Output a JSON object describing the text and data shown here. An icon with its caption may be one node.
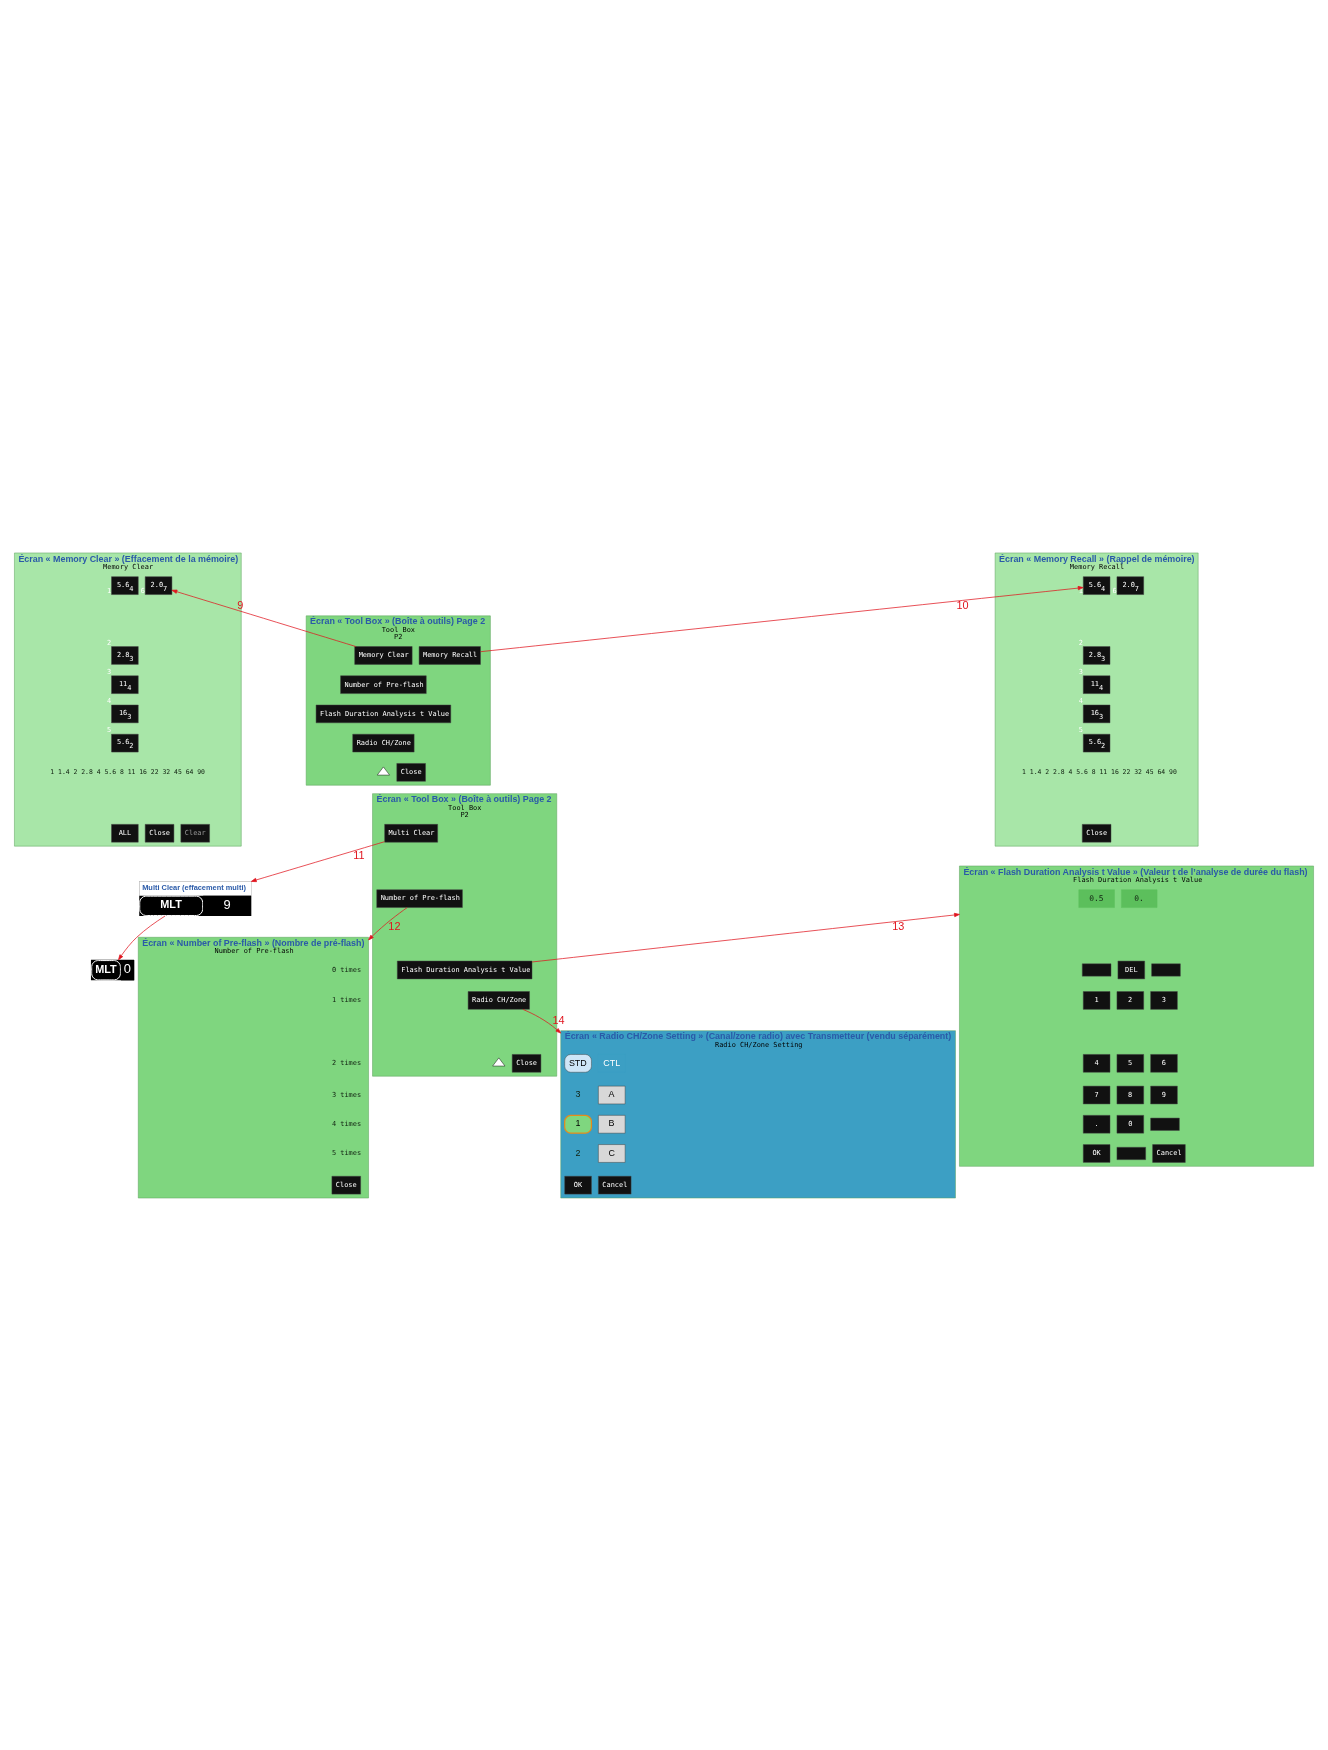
{
  "diagram": {
    "nodes": [
      {
        "text": [
          "Écran « Memory Clear » (Effacement de la mémoire)",
          "Memory Clear"
        ]
      },
      {
        "text": [
          "5.6$_{4}$"
        ],
        "beside": [
          "1"
        ],
        "in": 0
      },
      {
        "text": [
          "2.0$_{7}$"
        ],
        "beside": [
          "6"
        ],
        "in": 0
      },
      {
        "text": [
          "2.8$_{3}$"
        ],
        "beside": [
          "2"
        ],
        "in": 0
      },
      {
        "text": [
          "11$_{4}$"
        ],
        "beside": [
          "3"
        ],
        "in": 0
      },
      {
        "text": [
          "16$_{3}$"
        ],
        "beside": [
          "4"
        ],
        "in": 0
      },
      {
        "text": [
          "5.6$_{2}$"
        ],
        "beside": [
          "5"
        ],
        "in": 0
      },
      {
        "text": [
          "1 1.4 2 2.8 4 5.6 8 11 16 22 32 45 64 90"
        ],
        "in": 0
      },
      {
        "text": [
          "ALL"
        ],
        "in": 0
      },
      {
        "text": [
          "Close"
        ],
        "in": 0
      },
      {
        "text": [
          "Clear"
        ],
        "in": 0
      },
      {
        "text": [
          "Écran « Tool Box » (Boîte à outils) Page 2",
          "Tool Box",
          "P2"
        ]
      },
      {
        "text": [
          "Memory Clear"
        ],
        "in": 11
      },
      {
        "text": [
          "Memory Recall"
        ],
        "in": 11
      },
      {
        "text": [
          "Number of Pre-flash"
        ],
        "in": 11
      },
      {
        "text": [
          "Flash Duration Analysis t Value"
        ],
        "in": 11
      },
      {
        "text": [
          "Radio CH/Zone"
        ],
        "in": 11
      },
      {
        "text": [],
        "shape": "triangle",
        "in": 11
      },
      {
        "text": [
          "Close"
        ],
        "in": 11
      },
      {
        "text": [
          "Écran « Memory Recall » (Rappel de mémoire)",
          "Memory Recall"
        ]
      },
      {
        "text": [
          "5.6$_{4}$"
        ],
        "beside": [
          "1"
        ],
        "in": 19
      },
      {
        "text": [
          "2.0$_{7}$"
        ],
        "beside": [
          "6"
        ],
        "in": 19
      },
      {
        "text": [
          "2.8$_{3}$"
        ],
        "beside": [
          "2"
        ],
        "in": 19
      },
      {
        "text": [
          "11$_{4}$"
        ],
        "beside": [
          "3"
        ],
        "in": 19
      },
      {
        "text": [
          "16$_{3}$"
        ],
        "beside": [
          "4"
        ],
        "in": 19
      },
      {
        "text": [
          "5.6$_{2}$"
        ],
        "beside": [
          "5"
        ],
        "in": 19
      },
      {
        "text": [
          "1 1.4 2 2.8 4 5.6 8 11 16 22 32 45 64 90"
        ],
        "in": 19
      },
      {
        "text": [
          "Close"
        ],
        "in": 19
      },
      {
        "text": [
          "Multi Clear (effacement multi)",
          "MLT",
          "9"
        ]
      },
      {
        "text": [
          "MLT",
          "0"
        ]
      },
      {
        "text": [
          "Écran « Tool Box » (Boîte à outils) Page 2",
          "Tool Box",
          "P2"
        ]
      },
      {
        "text": [
          "Multi Clear"
        ],
        "in": 30
      },
      {
        "text": [
          "Number of Pre-flash"
        ],
        "in": 30
      },
      {
        "text": [
          "Flash Duration Analysis t Value"
        ],
        "in": 30
      },
      {
        "text": [
          "Radio CH/Zone"
        ],
        "in": 30
      },
      {
        "text": [],
        "shape": "triangle",
        "in": 30
      },
      {
        "text": [
          "Close"
        ],
        "in": 30
      },
      {
        "text": [
          "Écran « Flash Duration Analysis t Value » (Valeur t de l’analyse de durée du flash)",
          "Flash Duration Analysis t Value"
        ]
      },
      {
        "text": [
          "0.5"
        ],
        "in": 37
      },
      {
        "text": [
          "0."
        ],
        "in": 37
      },
      {
        "text": [],
        "shape": "box",
        "in": 37
      },
      {
        "text": [
          "DEL"
        ],
        "in": 37
      },
      {
        "text": [],
        "shape": "box",
        "in": 37
      },
      {
        "text": [
          "1"
        ],
        "in": 37
      },
      {
        "text": [
          "2"
        ],
        "in": 37
      },
      {
        "text": [
          "3"
        ],
        "in": 37
      },
      {
        "text": [
          "4"
        ],
        "in": 37
      },
      {
        "text": [
          "5"
        ],
        "in": 37
      },
      {
        "text": [
          "6"
        ],
        "in": 37
      },
      {
        "text": [
          "7"
        ],
        "in": 37
      },
      {
        "text": [
          "8"
        ],
        "in": 37
      },
      {
        "text": [
          "9"
        ],
        "in": 37
      },
      {
        "text": [
          "."
        ],
        "in": 37
      },
      {
        "text": [
          "0"
        ],
        "in": 37
      },
      {
        "text": [],
        "shape": "box",
        "in": 37
      },
      {
        "text": [
          "OK"
        ],
        "in": 37
      },
      {
        "text": [],
        "shape": "box",
        "in": 37
      },
      {
        "text": [
          "Cancel"
        ],
        "in": 37
      },
      {
        "text": [
          "Écran « Number of Pre-flash » (Nombre de pré-flash)",
          "Number of Pre-flash"
        ]
      },
      {
        "text": [
          "0 times"
        ],
        "in": 58
      },
      {
        "text": [
          "1 times"
        ],
        "in": 58
      },
      {
        "text": [
          "2 times"
        ],
        "in": 58
      },
      {
        "text": [
          "3 times"
        ],
        "in": 58
      },
      {
        "text": [
          "4 times"
        ],
        "in": 58
      },
      {
        "text": [
          "5 times"
        ],
        "in": 58
      },
      {
        "text": [
          "Close"
        ],
        "in": 58
      },
      {
        "text": [
          "Écran « Radio CH/Zone Setting » (Canal/zone radio) avec Transmetteur (vendu séparément)",
          "Radio CH/Zone Setting"
        ]
      },
      {
        "text": [
          "STD"
        ],
        "in": 66
      },
      {
        "text": [
          "CTL"
        ],
        "in": 66
      },
      {
        "text": [
          "3"
        ],
        "in": 66
      },
      {
        "text": [
          "1"
        ],
        "in": 66
      },
      {
        "text": [
          "2"
        ],
        "in": 66
      },
      {
        "text": [
          "A"
        ],
        "in": 66
      },
      {
        "text": [
          "B"
        ],
        "in": 66
      },
      {
        "text": [
          "C"
        ],
        "in": 66
      },
      {
        "text": [
          "OK"
        ],
        "in": 66
      },
      {
        "text": [
          "Cancel"
        ],
        "in": 66
      }
    ],
    "edges": [
      {
        "from": 12,
        "to": 2,
        "arrow": "to",
        "label": "9"
      },
      {
        "from": 13,
        "to": 20,
        "arrow": "to",
        "label": "10"
      },
      {
        "from": 31,
        "to": 28,
        "arrow": "to",
        "label": "11"
      },
      {
        "from": 28,
        "to": 29,
        "arrow": "to"
      },
      {
        "from": 32,
        "to": 58,
        "arrow": "to",
        "label": "12"
      },
      {
        "from": 33,
        "to": 37,
        "arrow": "to",
        "label": "13"
      },
      {
        "from": 34,
        "to": 66,
        "arrow": "to",
        "label": "14"
      }
    ]
  }
}
